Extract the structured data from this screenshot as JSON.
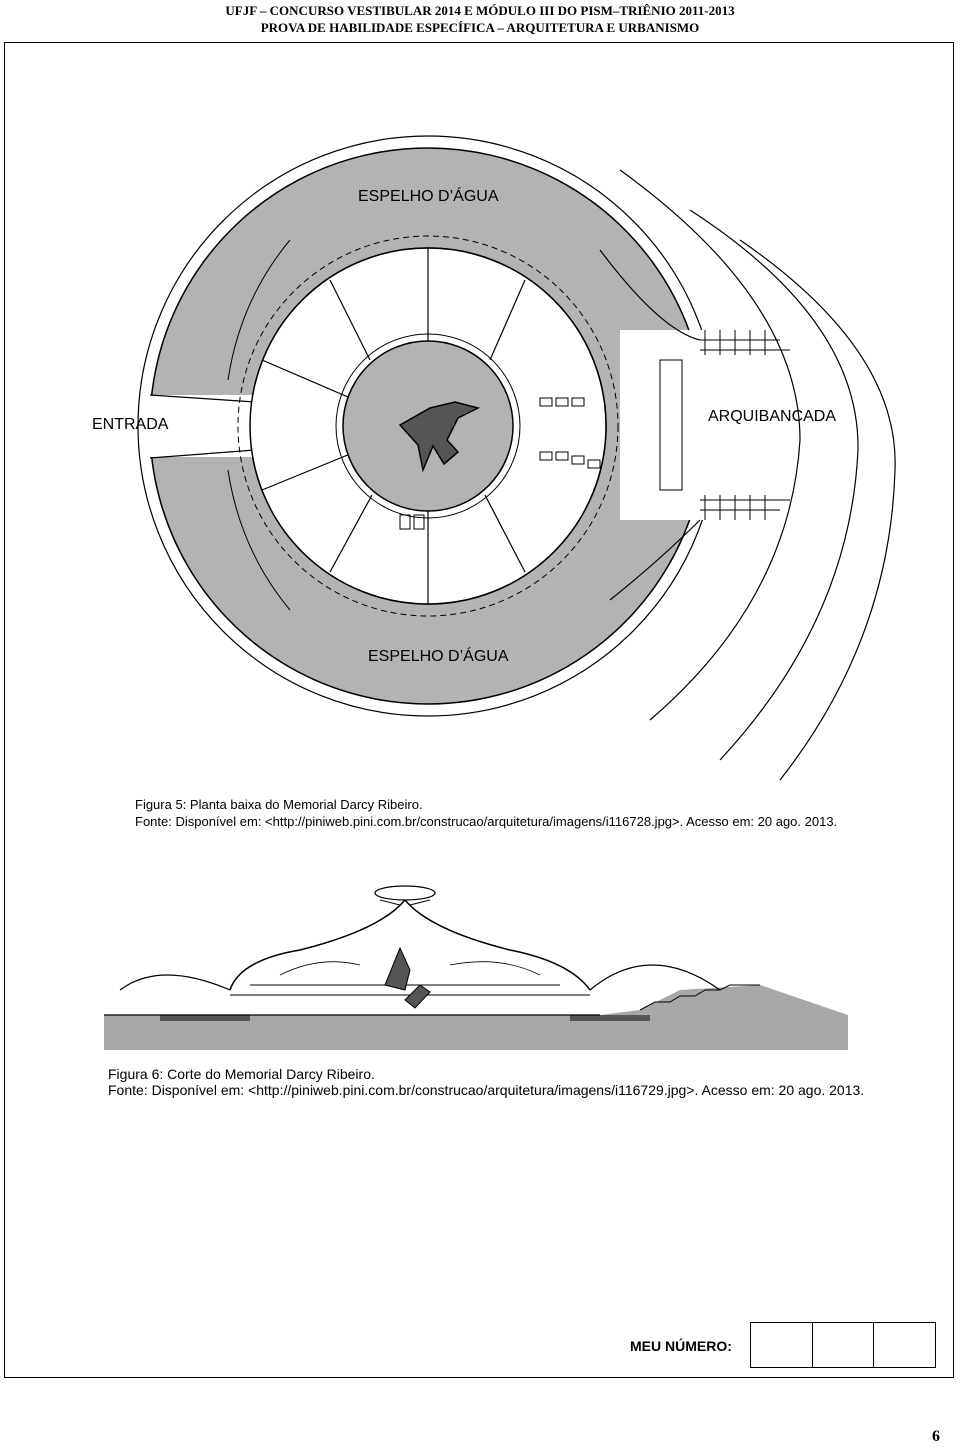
{
  "header": {
    "line1": "UFJF – CONCURSO VESTIBULAR 2014 E MÓDULO III DO PISM–TRIÊNIO 2011-2013",
    "line2": "PROVA DE HABILIDADE ESPECÍFICA – ARQUITETURA E URBANISMO"
  },
  "plan": {
    "label_top": "ESPELHO D’ÁGUA",
    "label_bottom": "ESPELHO D’ÁGUA",
    "label_left": "ENTRADA",
    "label_right": "ARQUIBANCADA"
  },
  "figure5": {
    "line1": "Figura 5: Planta baixa do Memorial Darcy Ribeiro.",
    "line2": "Fonte: Disponível em: <http://piniweb.pini.com.br/construcao/arquitetura/imagens/i116728.jpg>. Acesso em: 20 ago. 2013."
  },
  "figure6": {
    "line1": "Figura 6: Corte do Memorial Darcy Ribeiro.",
    "line2": "Fonte: Disponível em: <http://piniweb.pini.com.br/construcao/arquitetura/imagens/i116729.jpg>. Acesso em: 20 ago. 2013."
  },
  "footer": {
    "meu_numero_label": "MEU NÚMERO:",
    "page_number": "6"
  },
  "colors": {
    "gray_fill": "#b3b3b3",
    "ground_fill": "#a8a8a8",
    "line": "#000000"
  }
}
